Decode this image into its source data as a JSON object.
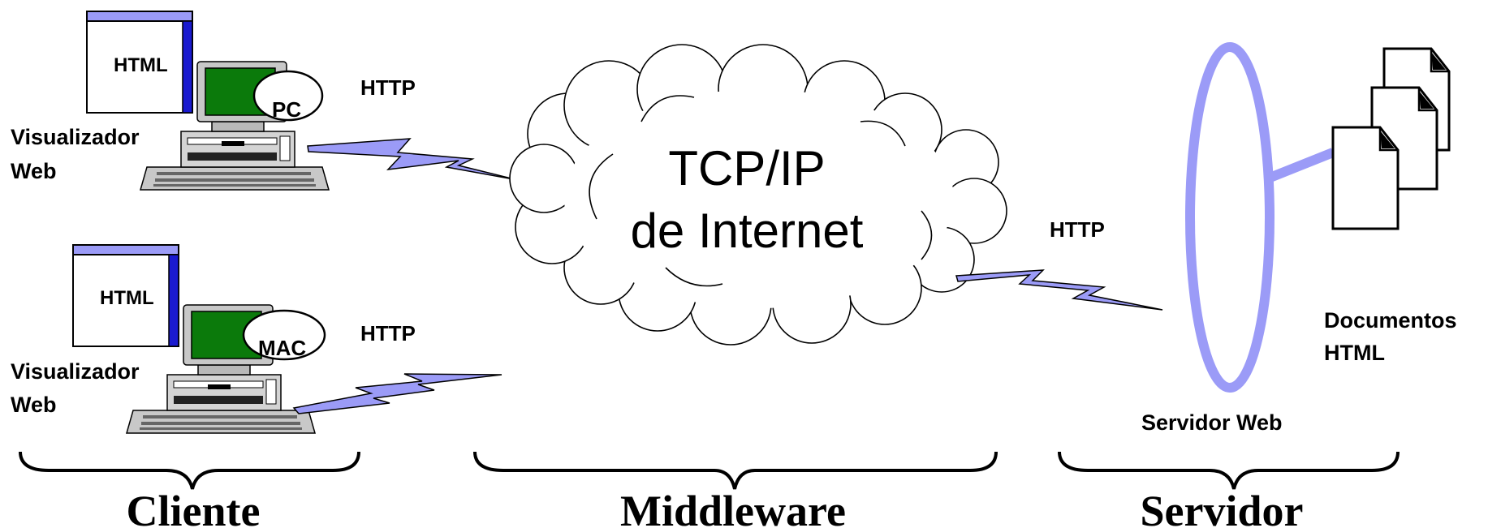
{
  "clients": [
    {
      "window_label": "HTML",
      "badge_label": "PC",
      "viewer_line1": "Visualizador",
      "viewer_line2": "Web",
      "link_label": "HTTP"
    },
    {
      "window_label": "HTML",
      "badge_label": "MAC",
      "viewer_line1": "Visualizador",
      "viewer_line2": "Web",
      "link_label": "HTTP"
    }
  ],
  "cloud": {
    "line1": "TCP/IP",
    "line2": "de Internet"
  },
  "server": {
    "link_label": "HTTP",
    "label": "Servidor Web",
    "docs_line1": "Documentos",
    "docs_line2": "HTML"
  },
  "sections": {
    "client": "Cliente",
    "middleware": "Middleware",
    "server": "Servidor"
  },
  "colors": {
    "lightning": "#9b9bf7",
    "window_bar": "#9b9bf7",
    "window_edge": "#1a1ad0",
    "screen": "#0b7a0b",
    "ellipse": "#9b9bf7"
  }
}
